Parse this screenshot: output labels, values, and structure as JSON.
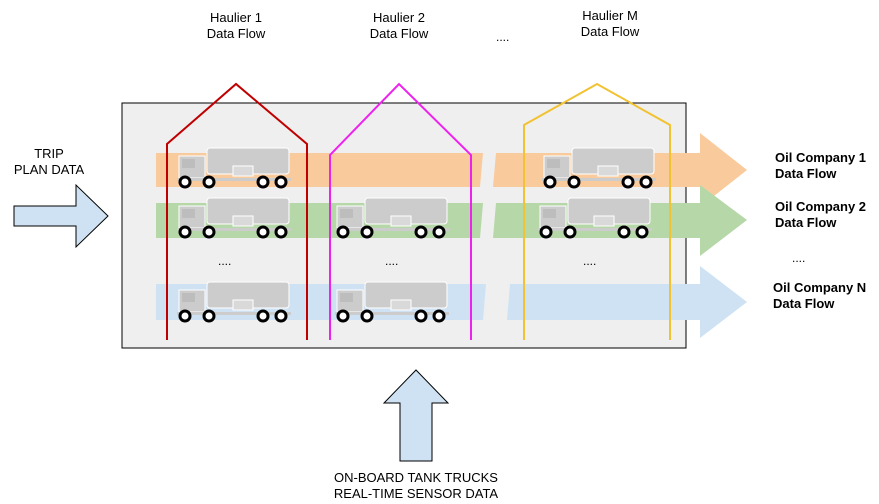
{
  "hauliers": [
    {
      "line1": "Haulier 1",
      "line2": "Data Flow",
      "color": "#c00000"
    },
    {
      "line1": "Haulier 2",
      "line2": "Data Flow",
      "color": "#ee22ee"
    },
    {
      "line1": "Haulier M",
      "line2": "Data Flow",
      "color": "#f1c232"
    }
  ],
  "haulier_ellipsis": "....",
  "oil_companies": [
    {
      "line1": "Oil Company 1",
      "line2": "Data Flow",
      "color": "#f9cb9c"
    },
    {
      "line1": "Oil Company 2",
      "line2": "Data Flow",
      "color": "#b6d7a8"
    },
    {
      "line1": "Oil Company N",
      "line2": "Data Flow",
      "color": "#cfe2f3"
    }
  ],
  "oil_ellipsis": "....",
  "row_ellipsis": "....",
  "trip_plan": {
    "line1": "TRIP",
    "line2": "PLAN DATA"
  },
  "sensor": {
    "line1": "ON-BOARD TANK TRUCKS",
    "line2": "REAL-TIME SENSOR DATA"
  },
  "colors": {
    "input_arrow": "#cfe2f3",
    "truck": "#cccccc",
    "panel": "#efefef"
  }
}
